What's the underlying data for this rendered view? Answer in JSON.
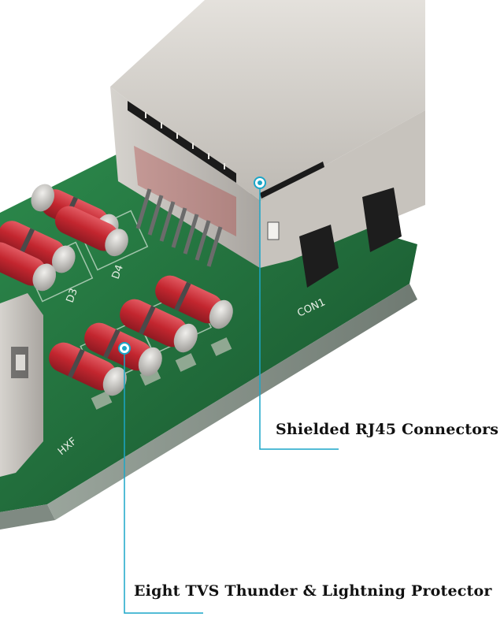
{
  "callouts": {
    "connectors": "Shielded RJ45 Connectors",
    "protector": "Eight TVS Thunder & Lightning Protector"
  },
  "board_silkscreen": {
    "con": "CON1",
    "d3": "D3",
    "d4": "D4",
    "hxf": "HXF"
  },
  "colors": {
    "accent": "#1aa6c8",
    "pcb": "#1f6b3a",
    "diode": "#c8303a",
    "metal": "#c9c6c1"
  }
}
